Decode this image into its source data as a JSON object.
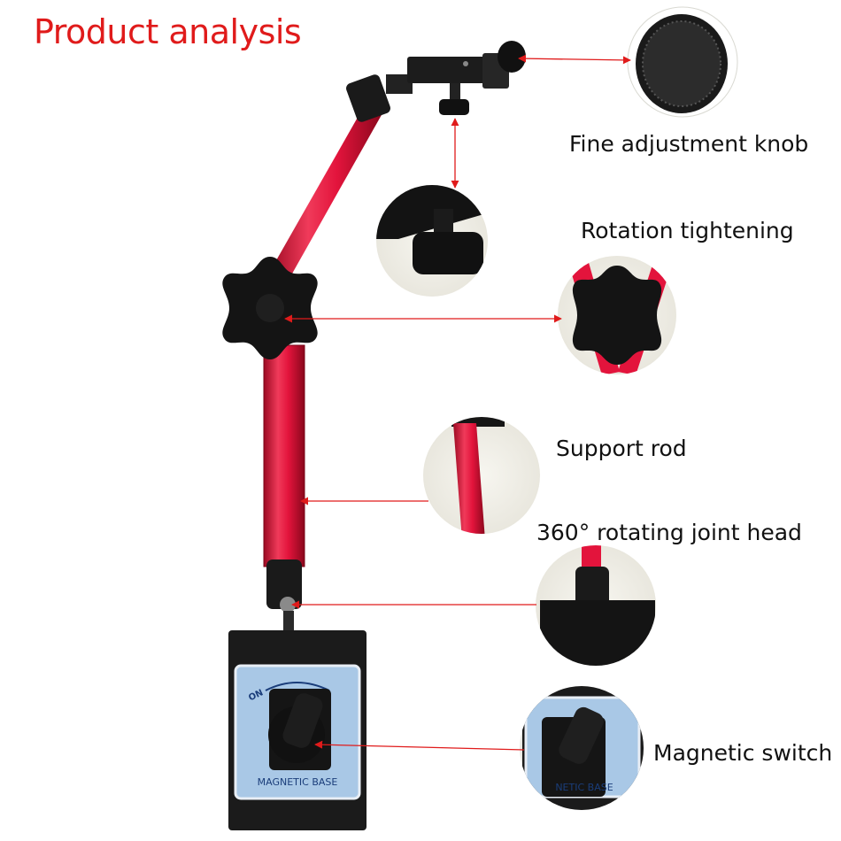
{
  "title": "Product analysis",
  "labels": {
    "fine_adjustment": "Fine adjustment knob",
    "rotation_tightening": "Rotation tightening",
    "support_rod": "Support rod",
    "joint_head": "360° rotating joint head",
    "magnetic_switch": "Magnetic switch"
  },
  "base_text": {
    "on": "ON",
    "plate": "MAGNETIC BASE",
    "plate_zoom": "NETIC BASE"
  },
  "colors": {
    "accent": "#e01b1b",
    "rod_red": "#e3143c",
    "knob_black": "#151515",
    "plate_blue": "#a9c8e6"
  }
}
